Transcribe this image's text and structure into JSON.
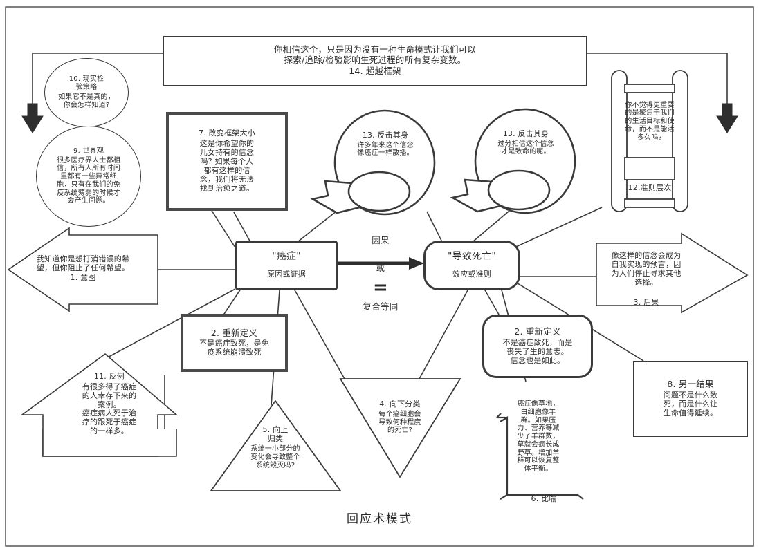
{
  "diagram": {
    "title": "回应术模式",
    "center": {
      "left_box": {
        "line1": "\"癌症\"",
        "line2": "原因或证据"
      },
      "right_box": {
        "line1": "\"导致死亡\"",
        "line2": "效应或准则"
      },
      "link_top": "因果",
      "link_mid": "或",
      "link_symbol": "=",
      "link_bottom": "复合等同"
    },
    "nodes": {
      "n14": {
        "id": "14",
        "heading": "14. 超越框架",
        "body": "你相信这个，只是因为没有一种生命模式让我们可以\n探索/追踪/检验影响生死过程的所有复杂变数。"
      },
      "n10": {
        "id": "10",
        "heading": "10. 现实检\n验策略",
        "body": "如果它不是真的，\n你会怎样知道?"
      },
      "n9": {
        "id": "9",
        "heading": "9. 世界观",
        "body": "很多医疗界人士都相\n信，所有人所有时间\n里都有一些异常细\n胞，只有在我们的免\n疫系统薄弱的时候才\n会产生问题。"
      },
      "n7": {
        "id": "7",
        "heading": "7. 改变框架大小",
        "body": "这是你希望你的\n儿女持有的信念\n吗? 如果每个人\n都有这样的信\n念，我们将无法\n找到治愈之道。"
      },
      "n13a": {
        "id": "13",
        "heading": "13. 反击其身",
        "body": "许多年来这个信念\n像癌症一样散播。"
      },
      "n13b": {
        "id": "13",
        "heading": "13. 反击其身",
        "body": "过分相信这个信念\n才是致命的呢。"
      },
      "n12": {
        "id": "12",
        "heading": "12.准则层次",
        "body": "你不觉得更重要\n的是聚焦于我们\n的生活目标和使\n命，而不是能活\n多久吗?"
      },
      "n1": {
        "id": "1",
        "heading": "1. 意图",
        "body": "我知道你是想打消错误的希\n望，但你阻止了任何希望。"
      },
      "n3": {
        "id": "3",
        "heading": "3. 后果",
        "body": "像这样的信念会成为\n自我实现的预言，因\n为人们停止寻求其他\n选择。"
      },
      "n2a": {
        "id": "2",
        "heading": "2. 重新定义",
        "body": "不是癌症致死，是免\n疫系统崩溃致死"
      },
      "n2b": {
        "id": "2",
        "heading": "2. 重新定义",
        "body": "不是癌症致死，而是\n丧失了生的意志。\n信念也是如此。"
      },
      "n11": {
        "id": "11",
        "heading": "11. 反例",
        "body": "有很多得了癌症\n的人幸存下来的\n案例。\n癌症病人死于治\n疗的跟死于癌症\n的一样多。"
      },
      "n5": {
        "id": "5",
        "heading": "5. 向上\n归类",
        "body": "系统一小部分的\n变化会导致整个\n系统毁灭吗?"
      },
      "n4": {
        "id": "4",
        "heading": "4. 向下分类",
        "body": "每个癌细胞会\n导致何种程度\n的死亡?"
      },
      "n6": {
        "id": "6",
        "heading": "6. 比喻",
        "body": "癌症像草地，\n白细胞像羊\n群。如果压\n力、营养等减\n少了羊群数，\n草就会疯长成\n野草。增加羊\n群可以恢复整\n体平衡。"
      },
      "n8": {
        "id": "8",
        "heading": "8. 另一结果",
        "body": "问题不是什么致\n死，而是什么让\n生命值得延续。"
      }
    },
    "colors": {
      "stroke": "#3a3a3a",
      "bold_stroke": "#4a4a4a",
      "text": "#2b2b2b",
      "background": "#ffffff"
    }
  }
}
